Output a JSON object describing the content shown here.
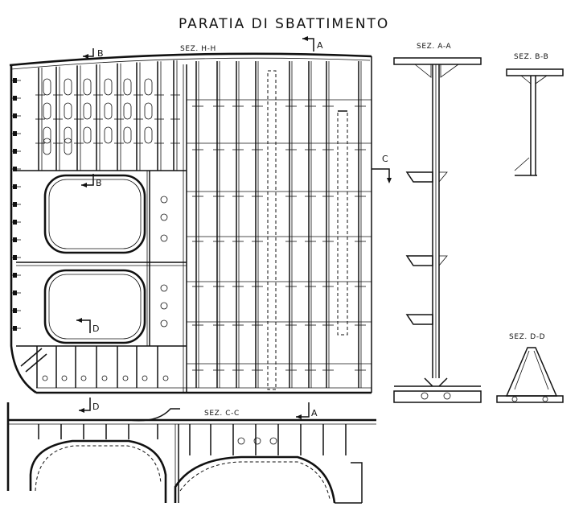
{
  "title": "PARATIA DI SBATTIMENTO",
  "sections": {
    "hh": "SEZ. H-H",
    "aa": "SEZ. A-A",
    "bb": "SEZ. B-B",
    "cc": "SEZ. C-C",
    "dd": "SEZ. D-D"
  },
  "markers": {
    "b_top": "B",
    "a_top": "A",
    "b_mid": "B",
    "c_right": "C",
    "d_mid": "D",
    "d_bottom": "D",
    "a_bottom": "A"
  }
}
